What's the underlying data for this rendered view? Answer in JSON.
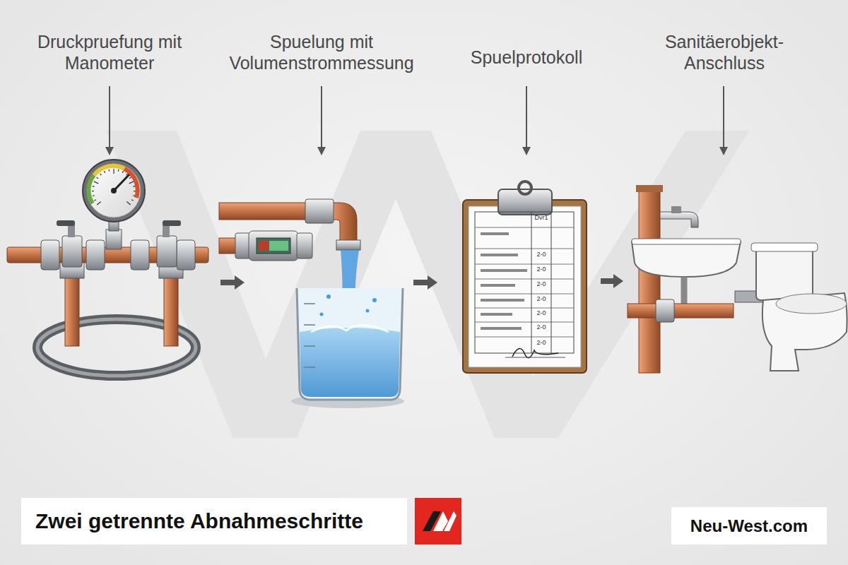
{
  "diagram": {
    "nodes": [
      {
        "text": [
          "Zwei getrennte Abnahmeschritte"
        ]
      },
      {
        "text": [
          "Neu-West.com"
        ]
      }
    ],
    "labels": [
      "Druckpruefung mit Manometer",
      "Spuelung mit Volumenstrommessung",
      "Spuelprotokoll",
      "Sanitäerobjekt- Anschluss",
      "Dvr1",
      "2-0",
      "2-0",
      "2-0",
      "2-0",
      "2-0",
      "2-0",
      "2-0"
    ]
  }
}
